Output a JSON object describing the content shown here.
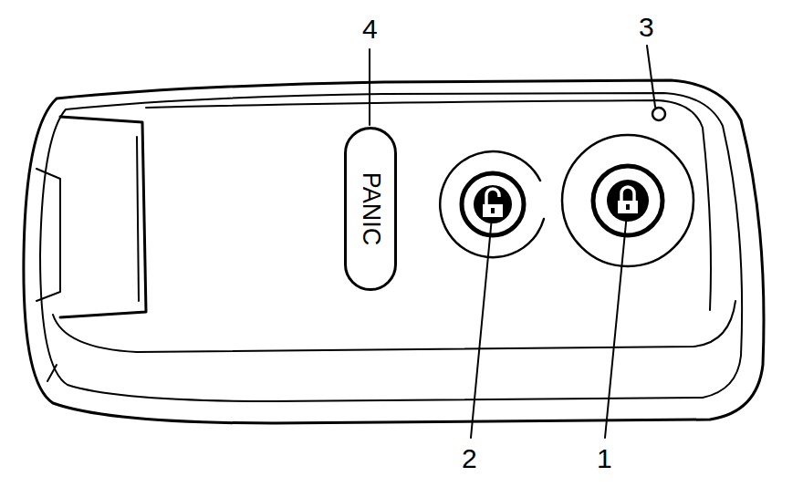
{
  "diagram": {
    "nodes": [
      {
        "text": [
          "PANIC"
        ]
      }
    ],
    "labels": [
      "4",
      "3",
      "2",
      "1"
    ]
  }
}
